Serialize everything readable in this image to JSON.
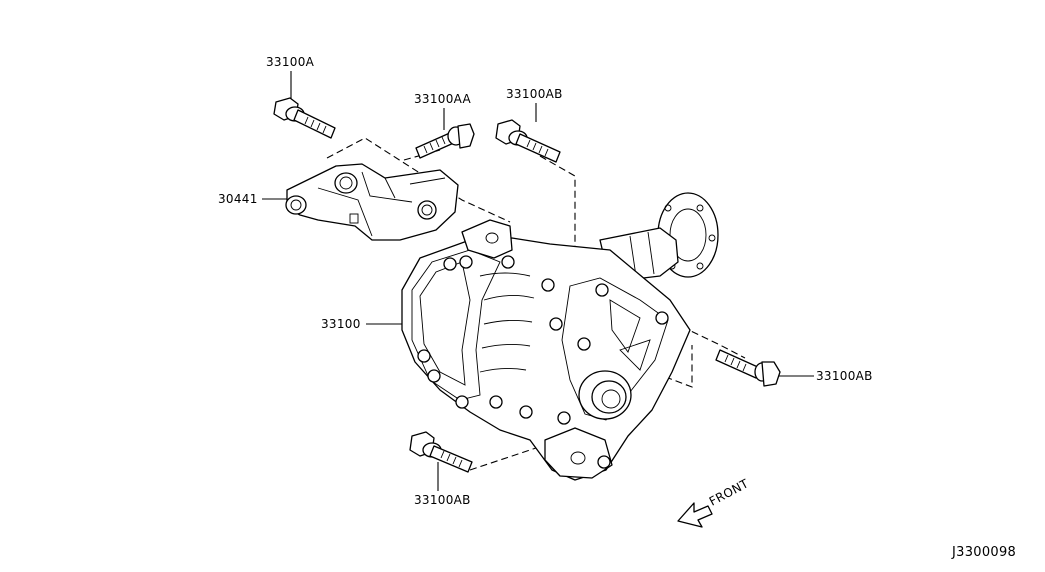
{
  "callouts": {
    "bolt_top_left": "33100A",
    "bolt_top_middle": "33100AA",
    "bolt_top_right": "33100AB",
    "bracket": "30441",
    "assembly": "33100",
    "bolt_right": "33100AB",
    "bolt_bottom": "33100AB"
  },
  "direction_label": "FRONT",
  "diagram_code": "J3300098"
}
